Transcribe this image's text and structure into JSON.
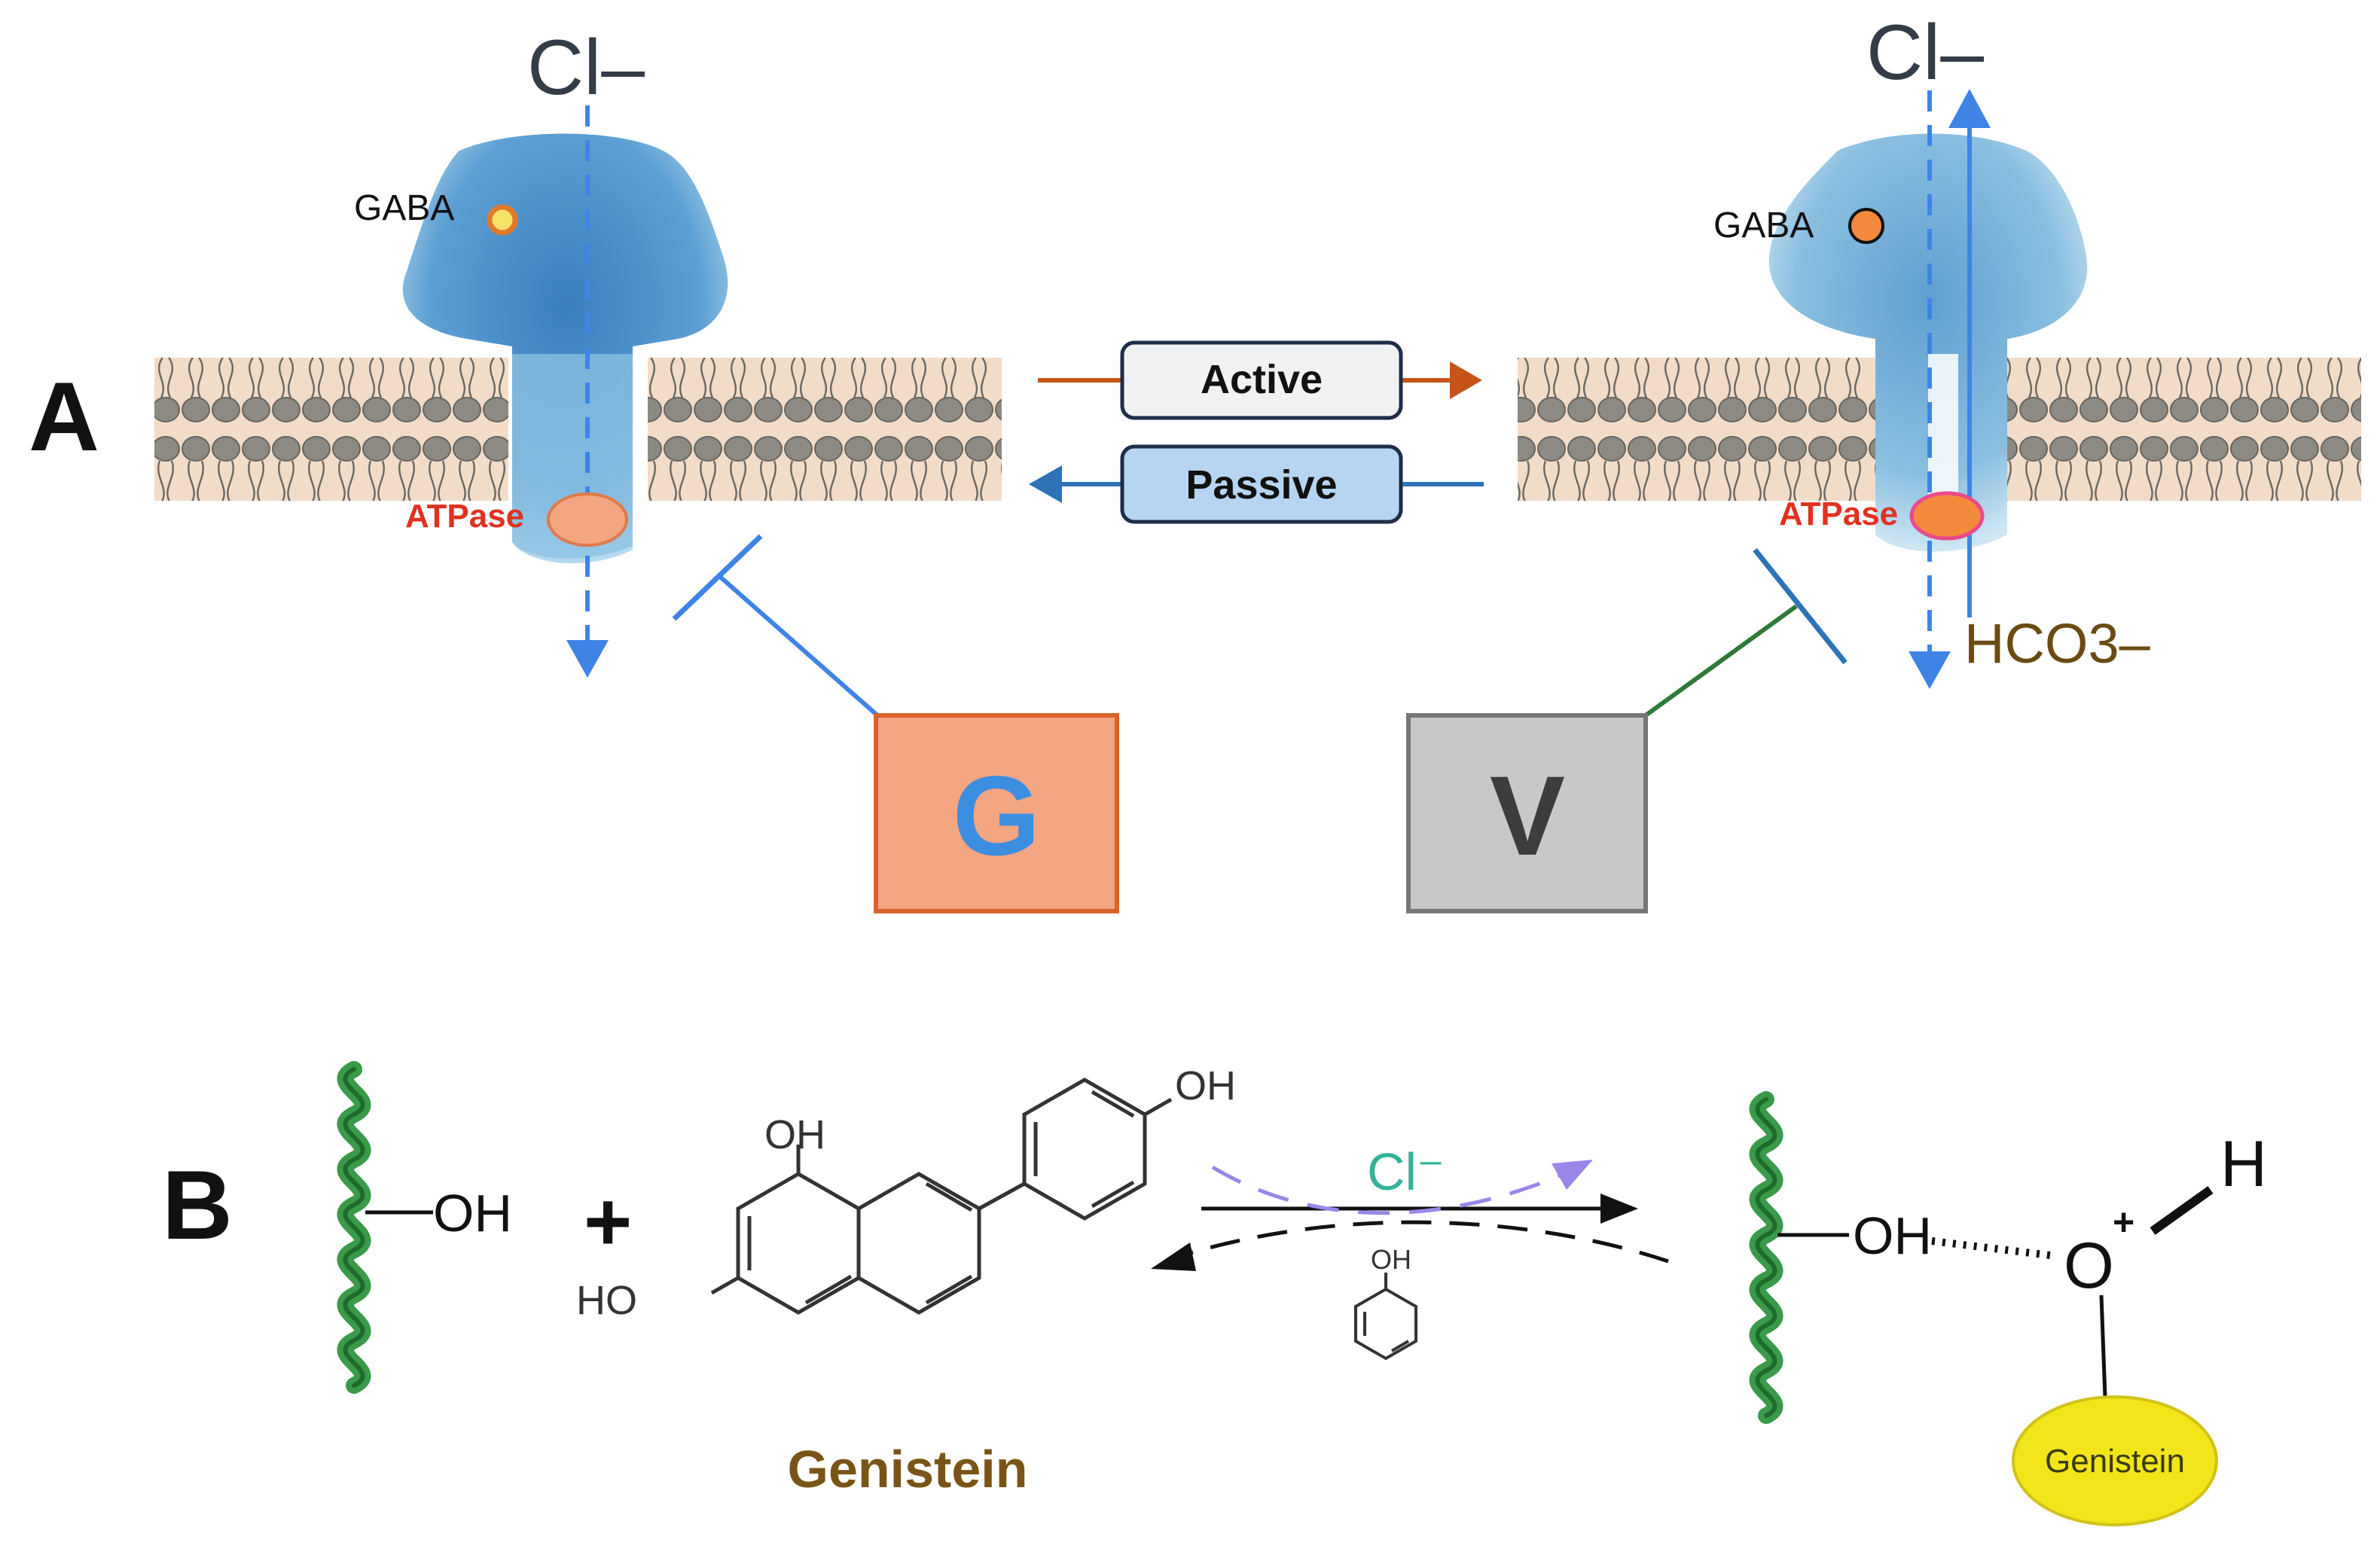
{
  "panel_a": {
    "label": "A",
    "left_receptor": {
      "ion_label": "Cl–",
      "ligand_label": "GABA",
      "atpase_label": "ATPase"
    },
    "right_receptor": {
      "ion_label": "Cl–",
      "ligand_label": "GABA",
      "atpase_label": "ATPase",
      "bicarbonate_label": "HCO3–"
    },
    "transitions": {
      "active_label": "Active",
      "passive_label": "Passive"
    },
    "inhibitor_g": {
      "label": "G"
    },
    "inhibitor_v": {
      "label": "V"
    }
  },
  "panel_b": {
    "label": "B",
    "helix_group": "OH",
    "plus_sign": "+",
    "molecule": {
      "oh_top_right": "OH",
      "oh_top_left": "OH",
      "ho_bottom": "HO",
      "name": "Genistein"
    },
    "reaction": {
      "catalyst_ion": "Cl⁻",
      "phenol_oh": "OH"
    },
    "product": {
      "helix_oh": "OH",
      "oxygen": "O",
      "charge": "+",
      "hydrogen": "H",
      "genistein_label": "Genistein"
    }
  },
  "colors": {
    "active_arrow": "#c75417",
    "passive_arrow": "#2e73b8",
    "inhibitor_g_fill": "#f4a582",
    "inhibitor_g_text": "#3c8ee0",
    "inhibitor_v_fill": "#c8c8c6",
    "inhibitor_v_text": "#3d3d3d",
    "genistein_text": "#7a5417",
    "genistein_ellipse": "#f2e51a",
    "cl_arrow": "#9a86e8",
    "cl_text": "#35b39a"
  }
}
